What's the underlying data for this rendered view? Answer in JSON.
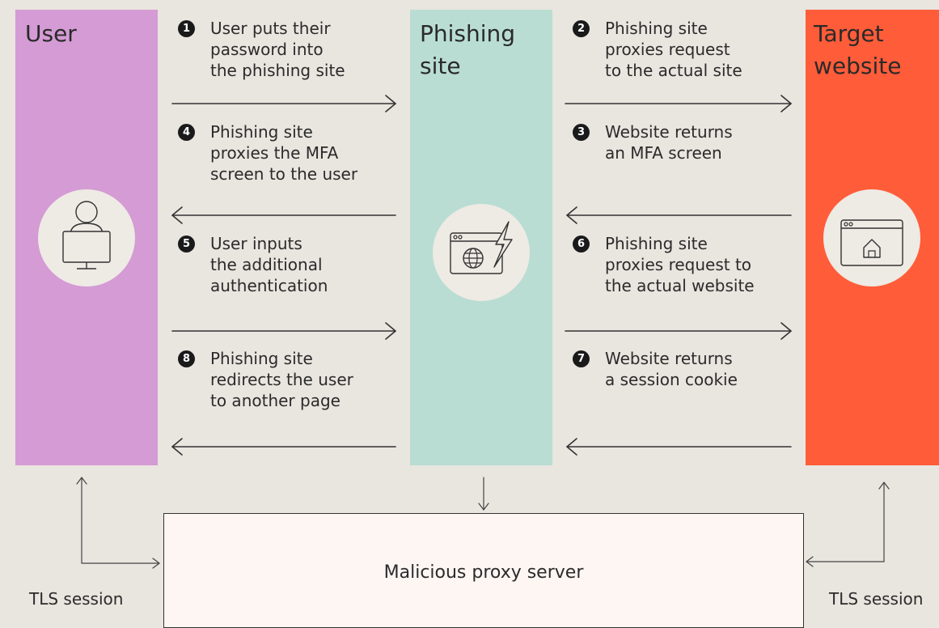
{
  "columns": {
    "user": {
      "title": "User",
      "icon": "user-computer-icon",
      "color": "#d49bd5"
    },
    "phishing": {
      "title": "Phishing\nsite",
      "icon": "phishing-browser-globe-icon",
      "color": "#b9ddd3"
    },
    "target": {
      "title": "Target\nwebsite",
      "icon": "browser-home-icon",
      "color": "#ff5c39"
    }
  },
  "steps": {
    "s1": {
      "num": "1",
      "text": "User puts their\npassword into\nthe phishing site"
    },
    "s2": {
      "num": "2",
      "text": "Phishing site\nproxies request\nto the actual site"
    },
    "s3": {
      "num": "3",
      "text": "Website returns\nan MFA screen"
    },
    "s4": {
      "num": "4",
      "text": "Phishing site\nproxies the MFA\nscreen to the user"
    },
    "s5": {
      "num": "5",
      "text": "User inputs\nthe additional\nauthentication"
    },
    "s6": {
      "num": "6",
      "text": "Phishing site\nproxies request to\nthe actual website"
    },
    "s7": {
      "num": "7",
      "text": "Website returns\na session cookie"
    },
    "s8": {
      "num": "8",
      "text": "Phishing site\nredirects the user\nto another page"
    }
  },
  "proxy": {
    "label": "Malicious proxy server"
  },
  "tls": {
    "left": "TLS session",
    "right": "TLS session"
  }
}
